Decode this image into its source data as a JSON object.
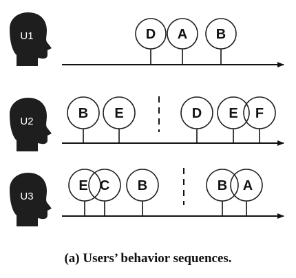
{
  "caption": "(a) Users’ behavior sequences.",
  "colors": {
    "head": "#1e1e1e",
    "head_text": "#ffffff",
    "line": "#111111",
    "circle_stroke": "#222222",
    "circle_fill": "none"
  },
  "users": [
    {
      "id": "u1",
      "label": "U1",
      "items": [
        "D",
        "A",
        "B"
      ],
      "session_break": false
    },
    {
      "id": "u2",
      "label": "U2",
      "items": [
        "B",
        "E",
        "D",
        "E",
        "F"
      ],
      "session_break": true
    },
    {
      "id": "u3",
      "label": "U3",
      "items": [
        "E",
        "C",
        "B",
        "B",
        "A"
      ],
      "session_break": true
    }
  ]
}
